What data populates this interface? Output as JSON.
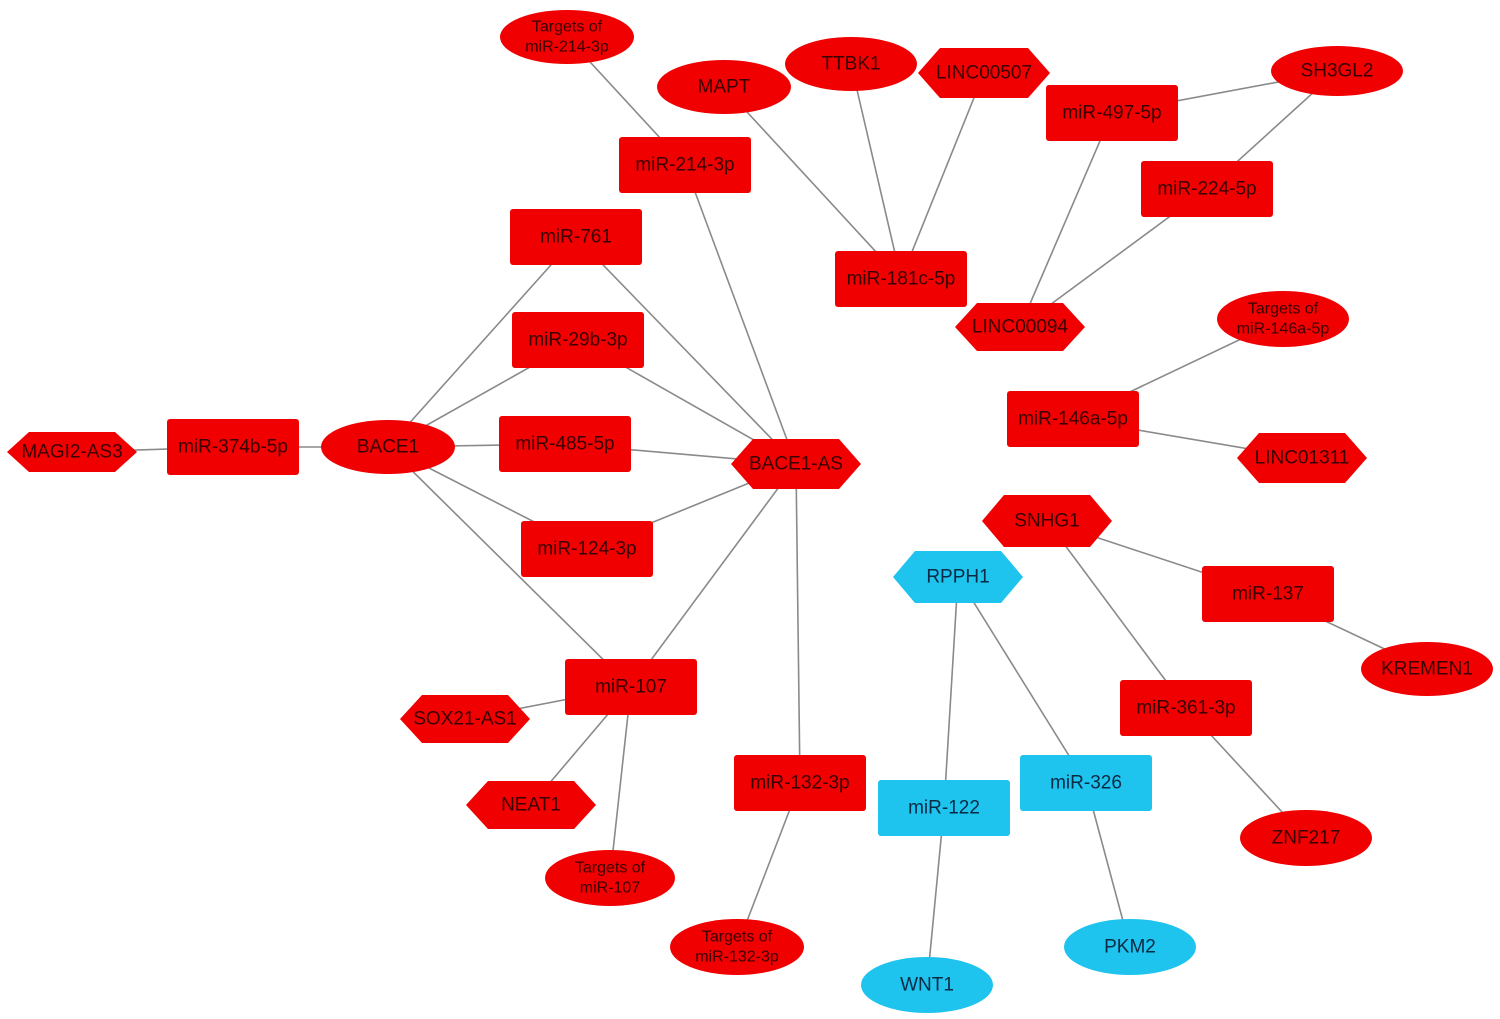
{
  "colors": {
    "red": "#f00000",
    "cyan": "#1ec3ee",
    "label_red": "#3a0000",
    "label_cyan": "#0b2a44",
    "edge": "#8a8a8a"
  },
  "nodes": [
    {
      "id": "MAGI2-AS3",
      "lines": [
        "MAGI2-AS3"
      ],
      "shape": "hexagon",
      "color": "red"
    },
    {
      "id": "miR-374b-5p",
      "lines": [
        "miR-374b-5p"
      ],
      "shape": "rect",
      "color": "red"
    },
    {
      "id": "BACE1",
      "lines": [
        "BACE1"
      ],
      "shape": "ellipse",
      "color": "red"
    },
    {
      "id": "miR-761",
      "lines": [
        "miR-761"
      ],
      "shape": "rect",
      "color": "red"
    },
    {
      "id": "miR-29b-3p",
      "lines": [
        "miR-29b-3p"
      ],
      "shape": "rect",
      "color": "red"
    },
    {
      "id": "miR-485-5p",
      "lines": [
        "miR-485-5p"
      ],
      "shape": "rect",
      "color": "red"
    },
    {
      "id": "miR-124-3p",
      "lines": [
        "miR-124-3p"
      ],
      "shape": "rect",
      "color": "red"
    },
    {
      "id": "miR-107",
      "lines": [
        "miR-107"
      ],
      "shape": "rect",
      "color": "red"
    },
    {
      "id": "SOX21-AS1",
      "lines": [
        "SOX21-AS1"
      ],
      "shape": "hexagon",
      "color": "red"
    },
    {
      "id": "NEAT1",
      "lines": [
        "NEAT1"
      ],
      "shape": "hexagon",
      "color": "red"
    },
    {
      "id": "Targets of miR-107",
      "lines": [
        "Targets of",
        "miR-107"
      ],
      "shape": "ellipse",
      "color": "red"
    },
    {
      "id": "BACE1-AS",
      "lines": [
        "BACE1-AS"
      ],
      "shape": "hexagon",
      "color": "red"
    },
    {
      "id": "miR-214-3p",
      "lines": [
        "miR-214-3p"
      ],
      "shape": "rect",
      "color": "red"
    },
    {
      "id": "Targets of miR-214-3p",
      "lines": [
        "Targets of",
        "miR-214-3p"
      ],
      "shape": "ellipse",
      "color": "red"
    },
    {
      "id": "miR-132-3p",
      "lines": [
        "miR-132-3p"
      ],
      "shape": "rect",
      "color": "red"
    },
    {
      "id": "Targets of miR-132-3p",
      "lines": [
        "Targets of",
        "miR-132-3p"
      ],
      "shape": "ellipse",
      "color": "red"
    },
    {
      "id": "MAPT",
      "lines": [
        "MAPT"
      ],
      "shape": "ellipse",
      "color": "red"
    },
    {
      "id": "TTBK1",
      "lines": [
        "TTBK1"
      ],
      "shape": "ellipse",
      "color": "red"
    },
    {
      "id": "LINC00507",
      "lines": [
        "LINC00507"
      ],
      "shape": "hexagon",
      "color": "red"
    },
    {
      "id": "miR-181c-5p",
      "lines": [
        "miR-181c-5p"
      ],
      "shape": "rect",
      "color": "red"
    },
    {
      "id": "miR-497-5p",
      "lines": [
        "miR-497-5p"
      ],
      "shape": "rect",
      "color": "red"
    },
    {
      "id": "SH3GL2",
      "lines": [
        "SH3GL2"
      ],
      "shape": "ellipse",
      "color": "red"
    },
    {
      "id": "miR-224-5p",
      "lines": [
        "miR-224-5p"
      ],
      "shape": "rect",
      "color": "red"
    },
    {
      "id": "LINC00094",
      "lines": [
        "LINC00094"
      ],
      "shape": "hexagon",
      "color": "red"
    },
    {
      "id": "Targets of miR-146a-5p",
      "lines": [
        "Targets of",
        "miR-146a-5p"
      ],
      "shape": "ellipse",
      "color": "red"
    },
    {
      "id": "miR-146a-5p",
      "lines": [
        "miR-146a-5p"
      ],
      "shape": "rect",
      "color": "red"
    },
    {
      "id": "LINC01311",
      "lines": [
        "LINC01311"
      ],
      "shape": "hexagon",
      "color": "red"
    },
    {
      "id": "SNHG1",
      "lines": [
        "SNHG1"
      ],
      "shape": "hexagon",
      "color": "red"
    },
    {
      "id": "miR-137",
      "lines": [
        "miR-137"
      ],
      "shape": "rect",
      "color": "red"
    },
    {
      "id": "KREMEN1",
      "lines": [
        "KREMEN1"
      ],
      "shape": "ellipse",
      "color": "red"
    },
    {
      "id": "miR-361-3p",
      "lines": [
        "miR-361-3p"
      ],
      "shape": "rect",
      "color": "red"
    },
    {
      "id": "ZNF217",
      "lines": [
        "ZNF217"
      ],
      "shape": "ellipse",
      "color": "red"
    },
    {
      "id": "RPPH1",
      "lines": [
        "RPPH1"
      ],
      "shape": "hexagon",
      "color": "cyan"
    },
    {
      "id": "miR-122",
      "lines": [
        "miR-122"
      ],
      "shape": "rect",
      "color": "cyan"
    },
    {
      "id": "miR-326",
      "lines": [
        "miR-326"
      ],
      "shape": "rect",
      "color": "cyan"
    },
    {
      "id": "WNT1",
      "lines": [
        "WNT1"
      ],
      "shape": "ellipse",
      "color": "cyan"
    },
    {
      "id": "PKM2",
      "lines": [
        "PKM2"
      ],
      "shape": "ellipse",
      "color": "cyan"
    }
  ],
  "edges": [
    [
      "MAGI2-AS3",
      "miR-374b-5p"
    ],
    [
      "miR-374b-5p",
      "BACE1"
    ],
    [
      "BACE1",
      "miR-761"
    ],
    [
      "BACE1",
      "miR-29b-3p"
    ],
    [
      "BACE1",
      "miR-485-5p"
    ],
    [
      "BACE1",
      "miR-124-3p"
    ],
    [
      "BACE1",
      "miR-107"
    ],
    [
      "miR-761",
      "BACE1-AS"
    ],
    [
      "miR-29b-3p",
      "BACE1-AS"
    ],
    [
      "miR-485-5p",
      "BACE1-AS"
    ],
    [
      "miR-124-3p",
      "BACE1-AS"
    ],
    [
      "miR-107",
      "BACE1-AS"
    ],
    [
      "miR-214-3p",
      "BACE1-AS"
    ],
    [
      "miR-132-3p",
      "BACE1-AS"
    ],
    [
      "Targets of miR-214-3p",
      "miR-214-3p"
    ],
    [
      "miR-107",
      "SOX21-AS1"
    ],
    [
      "miR-107",
      "NEAT1"
    ],
    [
      "miR-107",
      "Targets of miR-107"
    ],
    [
      "miR-132-3p",
      "Targets of miR-132-3p"
    ],
    [
      "MAPT",
      "miR-181c-5p"
    ],
    [
      "TTBK1",
      "miR-181c-5p"
    ],
    [
      "LINC00507",
      "miR-181c-5p"
    ],
    [
      "miR-497-5p",
      "SH3GL2"
    ],
    [
      "SH3GL2",
      "miR-224-5p"
    ],
    [
      "miR-497-5p",
      "LINC00094"
    ],
    [
      "miR-224-5p",
      "LINC00094"
    ],
    [
      "miR-146a-5p",
      "Targets of miR-146a-5p"
    ],
    [
      "miR-146a-5p",
      "LINC01311"
    ],
    [
      "SNHG1",
      "miR-137"
    ],
    [
      "miR-137",
      "KREMEN1"
    ],
    [
      "SNHG1",
      "miR-361-3p"
    ],
    [
      "miR-361-3p",
      "ZNF217"
    ],
    [
      "RPPH1",
      "miR-122"
    ],
    [
      "RPPH1",
      "miR-326"
    ],
    [
      "miR-122",
      "WNT1"
    ],
    [
      "miR-326",
      "PKM2"
    ]
  ]
}
